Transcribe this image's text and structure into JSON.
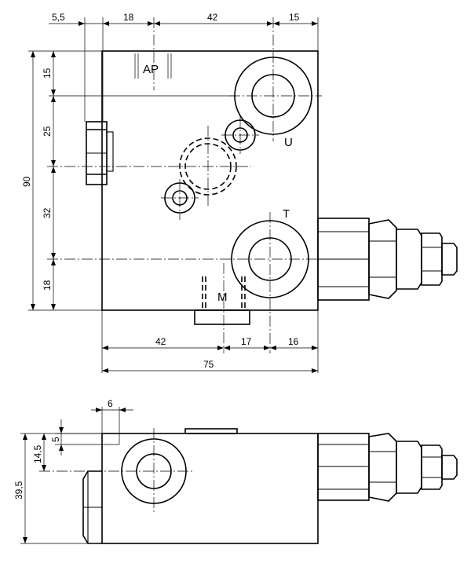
{
  "top_view": {
    "dims": {
      "d_5_5": "5,5",
      "d_18_top": "18",
      "d_42_top": "42",
      "d_15_top": "15",
      "d_15_left": "15",
      "d_25_left": "25",
      "d_32_left": "32",
      "d_18_left": "18",
      "d_90": "90",
      "d_42_bottom": "42",
      "d_17_bottom": "17",
      "d_16_bottom": "16",
      "d_75": "75"
    },
    "ports": {
      "ap": "AP",
      "u": "U",
      "t": "T",
      "m": "M"
    }
  },
  "side_view": {
    "dims": {
      "d_6": "6",
      "d_5": "5",
      "d_14_5": "14,5",
      "d_39_5": "39,5"
    }
  }
}
